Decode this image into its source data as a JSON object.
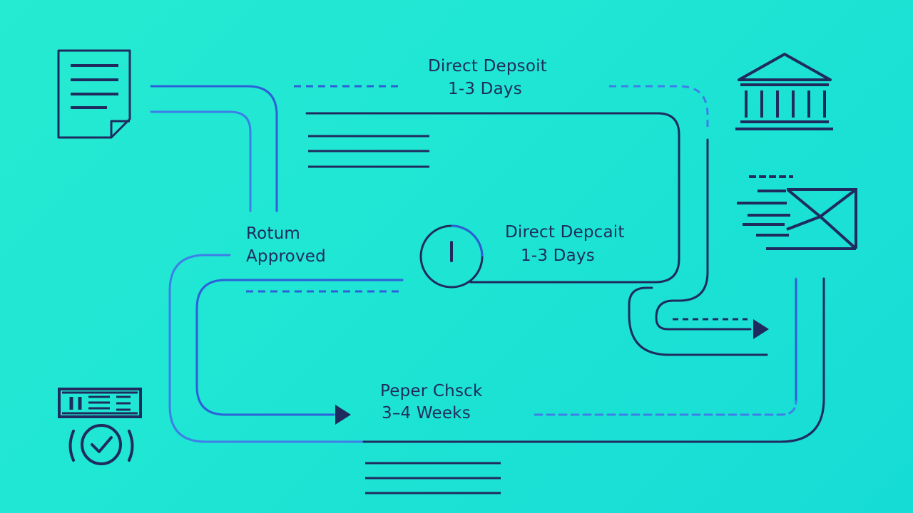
{
  "labels": {
    "top_method": "Direct Depsoit",
    "top_time": "1-3 Days",
    "middle_method": "Direct Depcait",
    "middle_time": "1-3 Days",
    "return_line1": "Rotum",
    "return_line2": "Approved",
    "bottom_method": "Peper Chsck",
    "bottom_time": "3–4 Weeks"
  },
  "colors": {
    "background_start": "#25ebd2",
    "background_end": "#16dcd6",
    "dark_navy": "#1f2b5e",
    "mid_blue": "#2d5fd8",
    "light_blue": "#3e7ee8"
  },
  "icons": {
    "document": "document-icon",
    "bank": "bank-icon",
    "email": "fast-envelope-icon",
    "check": "paper-check-icon",
    "clock": "clock-icon"
  }
}
